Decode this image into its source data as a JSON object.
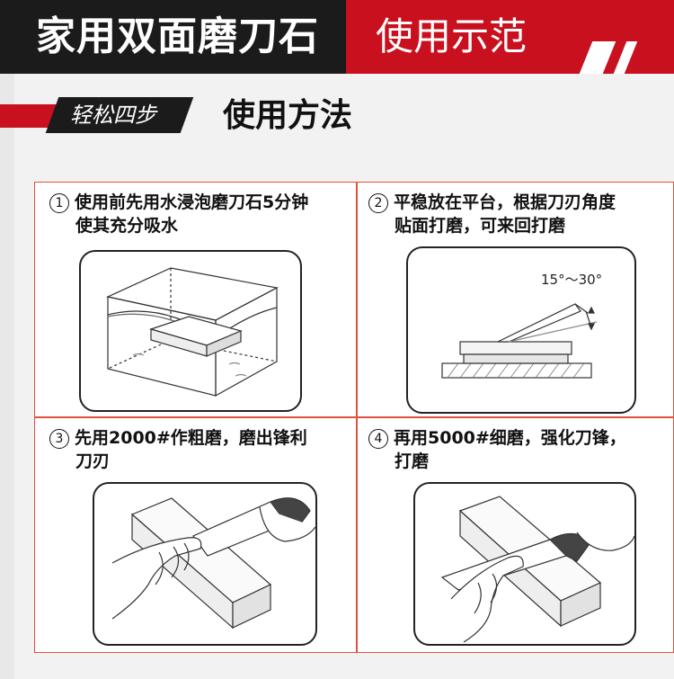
{
  "banner": {
    "title": "家用双面磨刀石",
    "subtitle": "使用示范"
  },
  "badge": {
    "label": "轻松四步"
  },
  "section": {
    "title": "使用方法"
  },
  "steps": [
    {
      "num": "1",
      "line1": "使用前先用水浸泡磨刀石5分钟",
      "line2": "使其充分吸水"
    },
    {
      "num": "2",
      "line1": "平稳放在平台，根据刀刃角度",
      "line2": "贴面打磨，可来回打磨"
    },
    {
      "num": "3",
      "line1": "先用2000#作粗磨，磨出锋利",
      "line2": "刀刃"
    },
    {
      "num": "4",
      "line1": "再用5000#细磨，强化刀锋，",
      "line2": "打磨"
    }
  ],
  "angle_label": "15°～30°",
  "colors": {
    "red": "#c8101e",
    "dark": "#1b1b1b",
    "frame_border": "#e0523e"
  }
}
